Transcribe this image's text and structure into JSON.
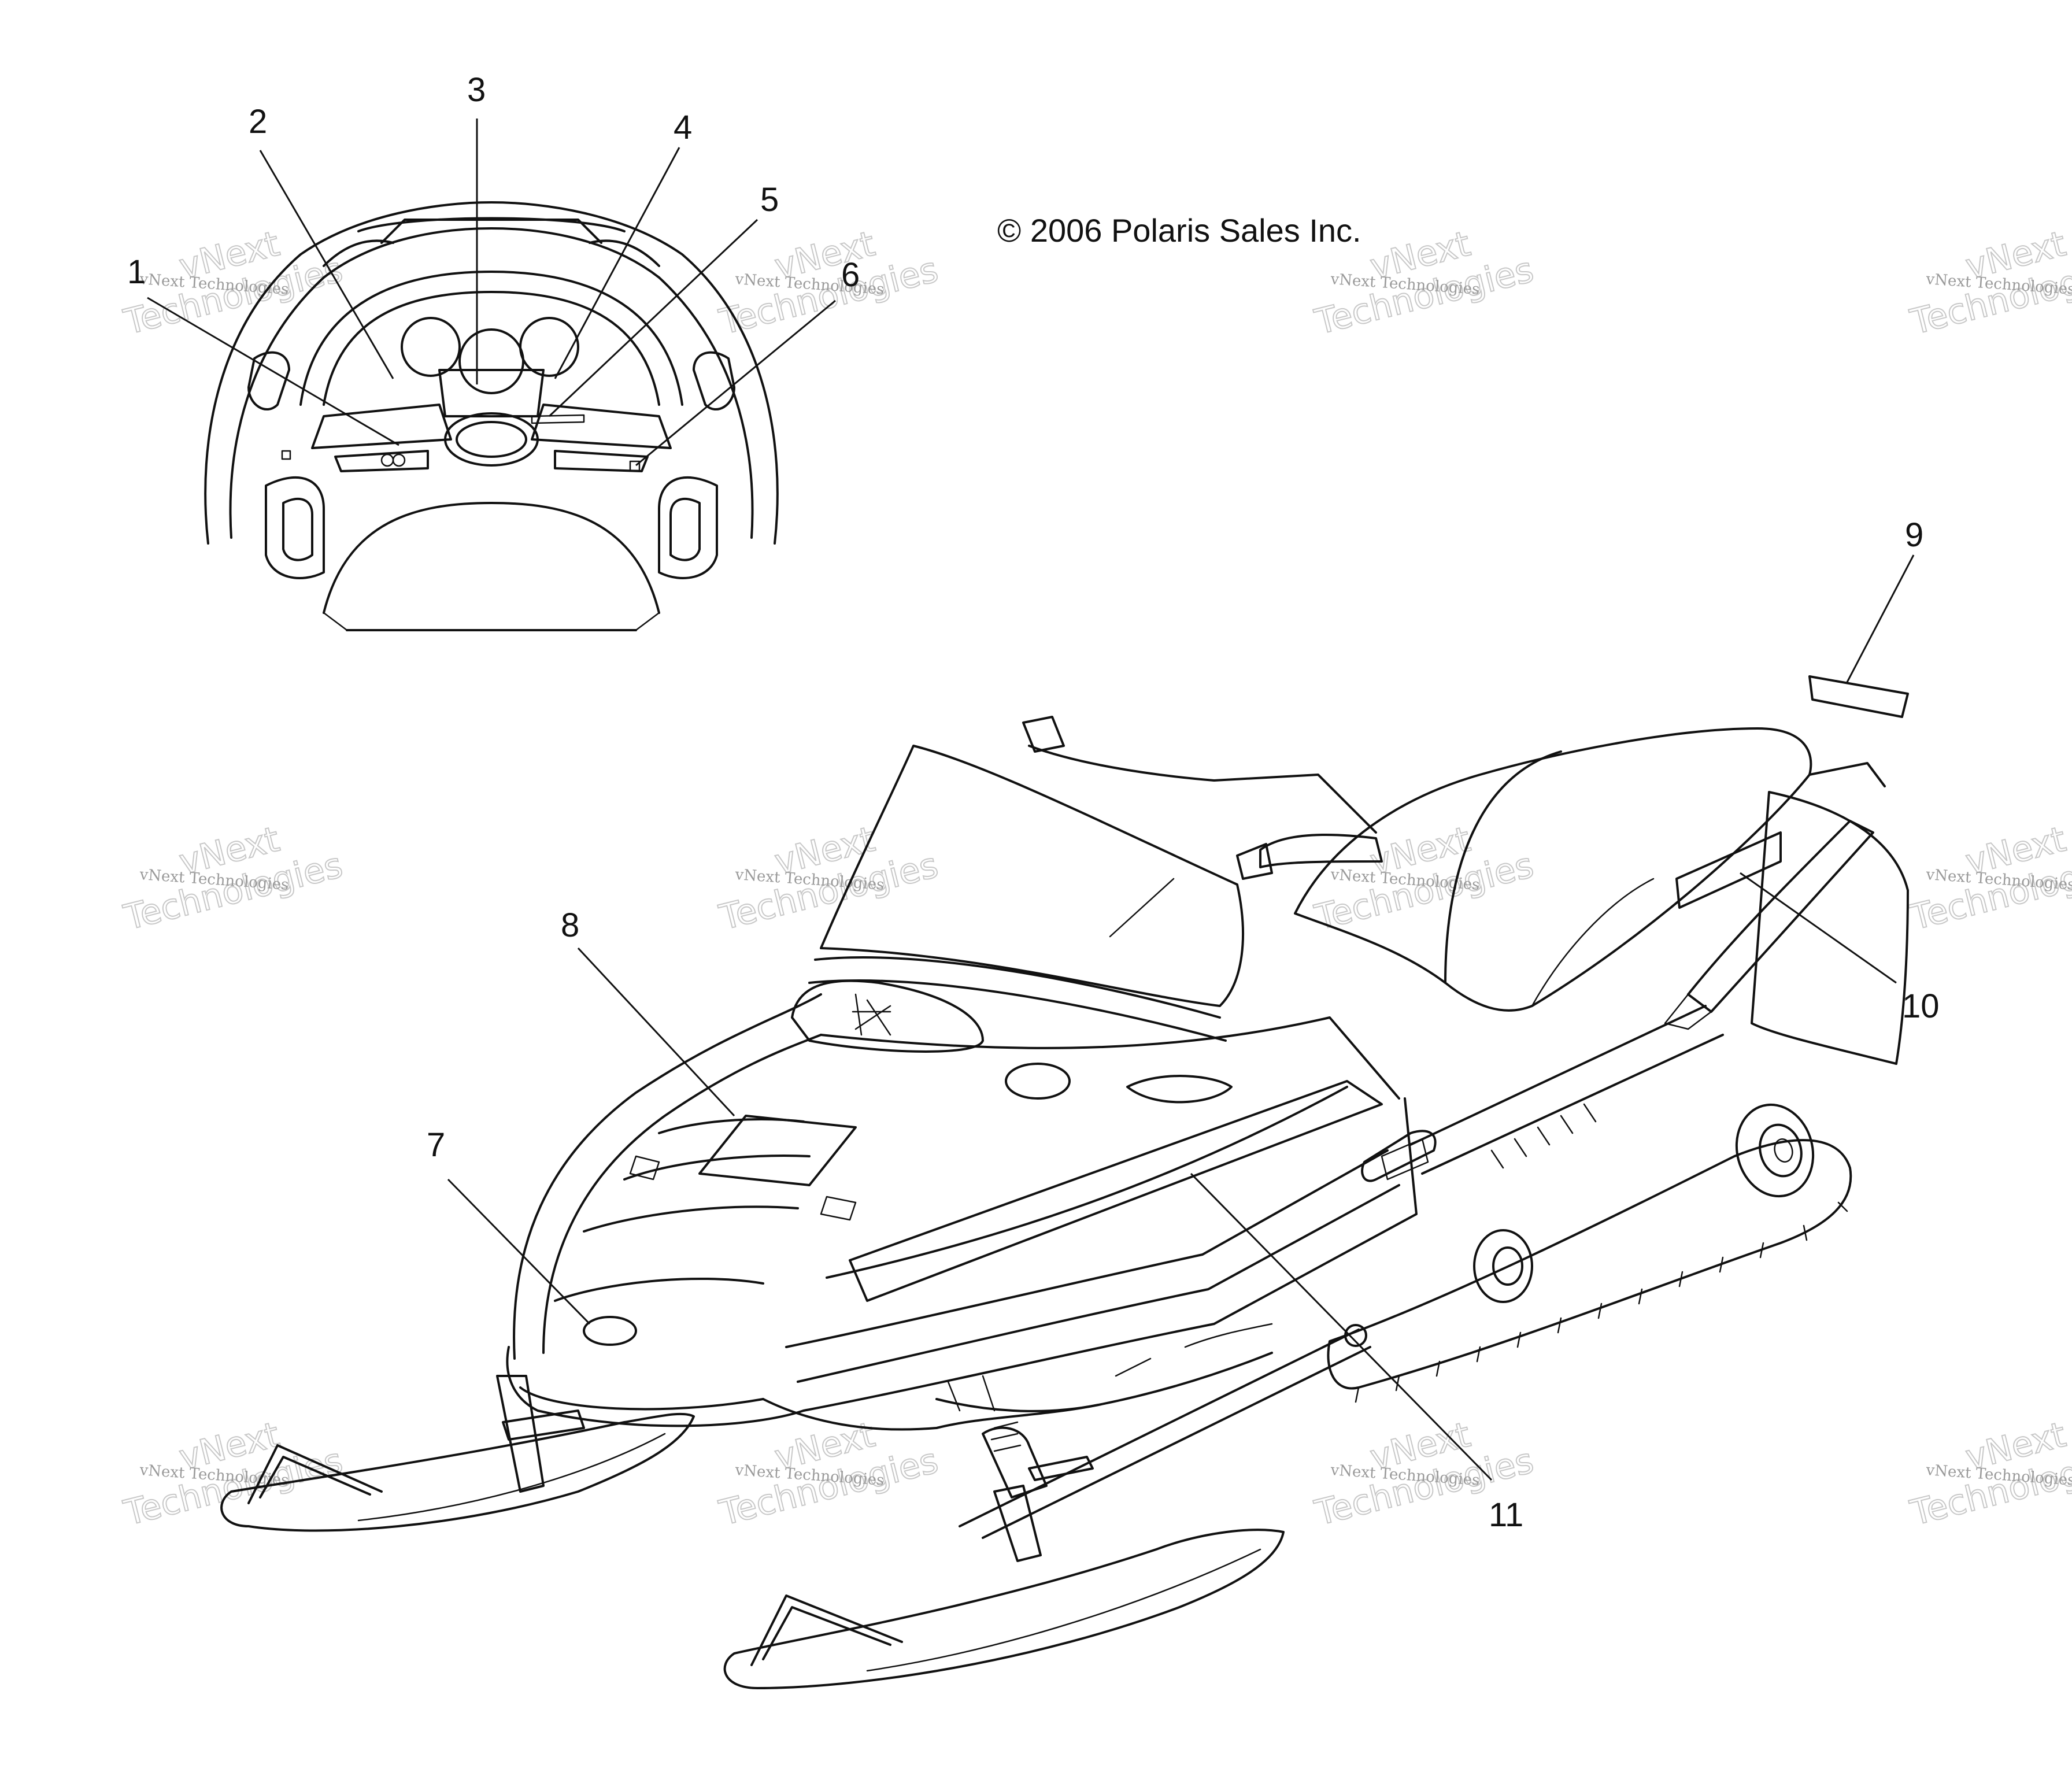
{
  "copyright": "© 2006 Polaris Sales Inc.",
  "watermark": {
    "line1": "vNext Technologies",
    "line2a": "vNext",
    "line2b": "Technologies"
  },
  "callouts": [
    {
      "id": "1",
      "label": "1"
    },
    {
      "id": "2",
      "label": "2"
    },
    {
      "id": "3",
      "label": "3"
    },
    {
      "id": "4",
      "label": "4"
    },
    {
      "id": "5",
      "label": "5"
    },
    {
      "id": "6",
      "label": "6"
    },
    {
      "id": "7",
      "label": "7"
    },
    {
      "id": "8",
      "label": "8"
    },
    {
      "id": "9",
      "label": "9"
    },
    {
      "id": "10",
      "label": "10"
    },
    {
      "id": "11",
      "label": "11"
    }
  ],
  "colors": {
    "ink": "#111111",
    "watermark": "#bdbdbd",
    "background": "#ffffff"
  }
}
